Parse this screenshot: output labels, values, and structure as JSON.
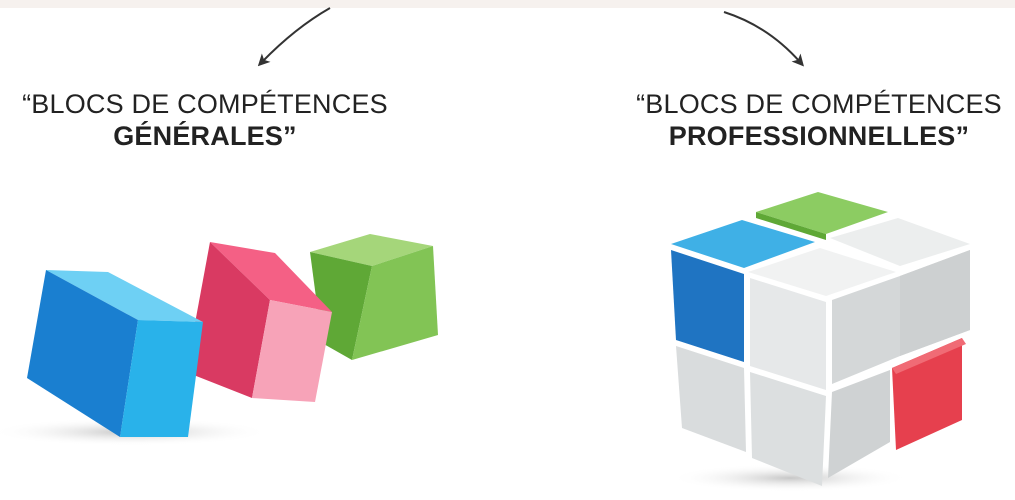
{
  "captions": {
    "left": {
      "line1": "“BLOCS DE COMPÉTENCES",
      "line2": "GÉNÉRALES”"
    },
    "right": {
      "line1": "“BLOCS DE COMPÉTENCES",
      "line2": "PROFESSIONNELLES”"
    }
  },
  "colors": {
    "blue": "#2196d6",
    "pink": "#e8466f",
    "green": "#7cc24b",
    "grey": "#e3e5e6",
    "red": "#e53b4c",
    "arrow": "#333333"
  }
}
